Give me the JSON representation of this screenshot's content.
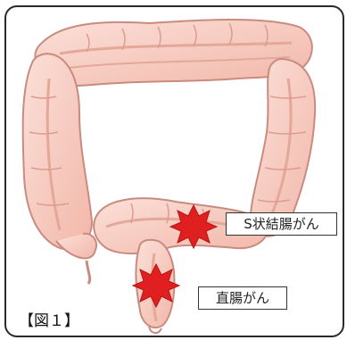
{
  "figure": {
    "caption": "【図１】",
    "annotations": {
      "sigmoid_colon_cancer": "S状結腸がん",
      "rectal_cancer": "直腸がん"
    }
  },
  "colors": {
    "colon_fill": "#f6c8bc",
    "colon_outline": "#c98b80",
    "colon_fold": "#e4a89a",
    "tumor": "#e02020",
    "frame_border": "#2a2a2a"
  }
}
